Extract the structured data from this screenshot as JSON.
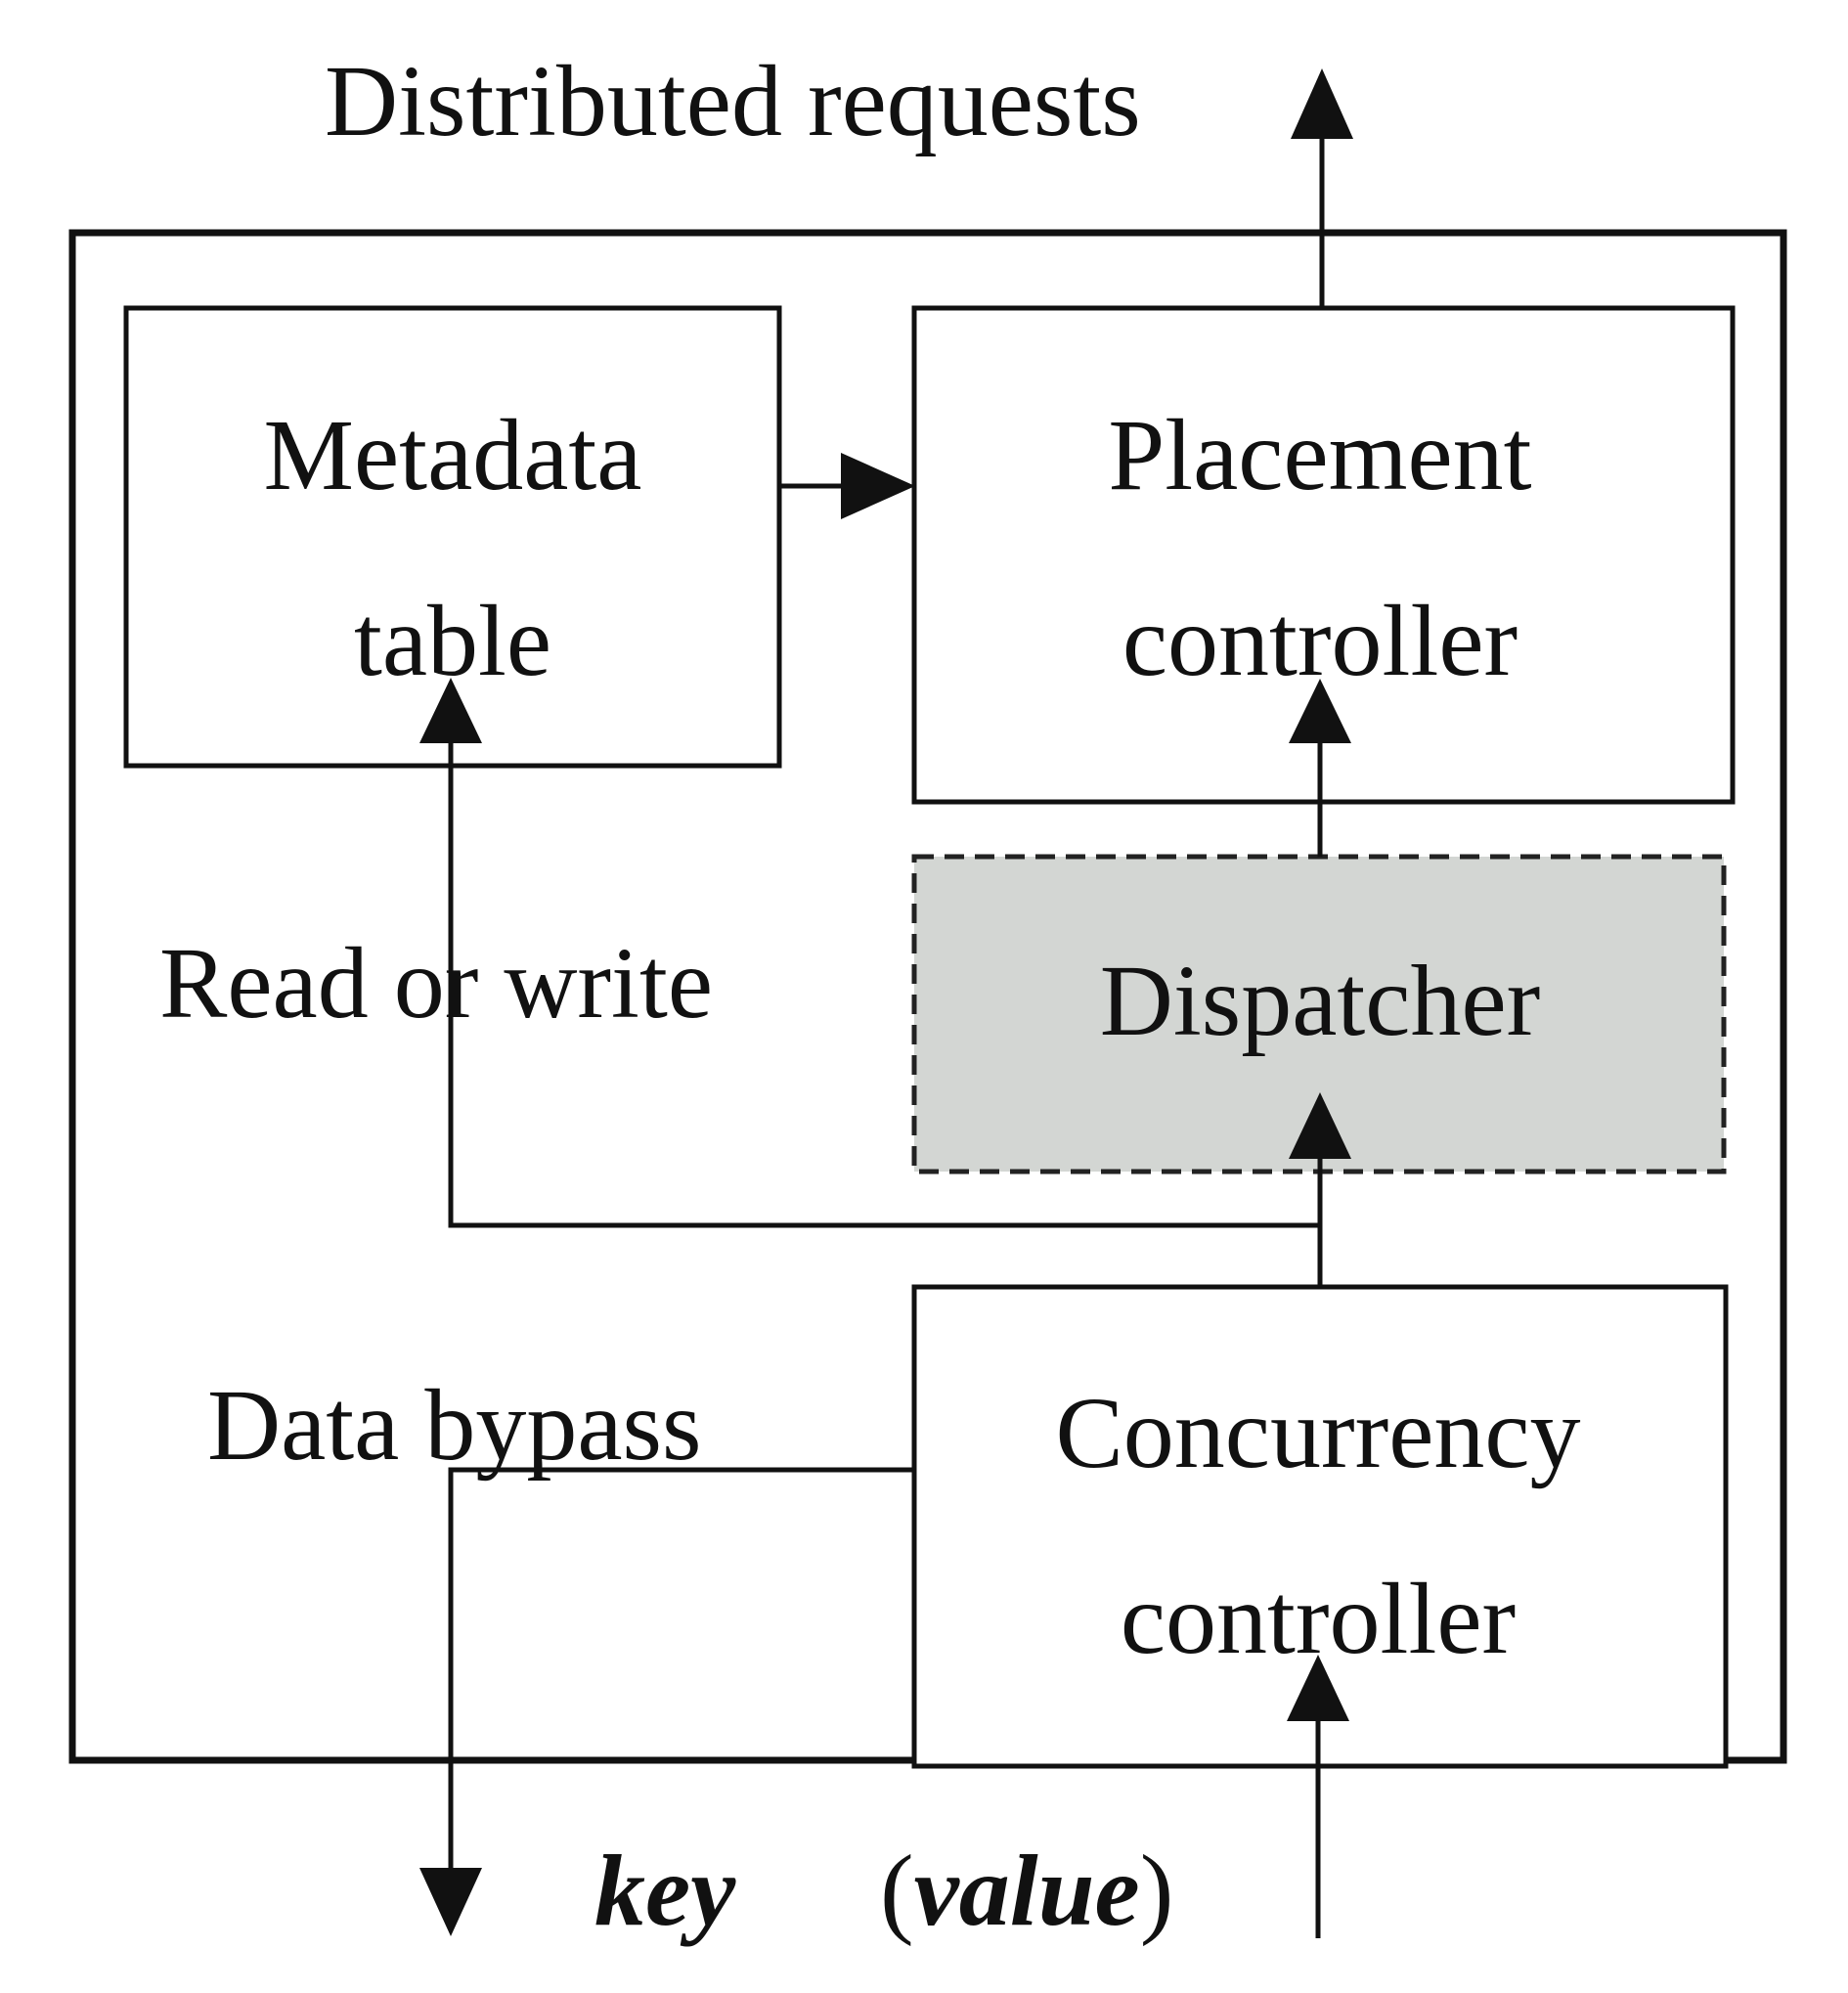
{
  "title": "Distributed requests",
  "blocks": {
    "metadata_table": {
      "line1": "Metadata",
      "line2": "table"
    },
    "placement_controller": {
      "line1": "Placement",
      "line2": "controller"
    },
    "dispatcher": {
      "label": "Dispatcher"
    },
    "concurrency_controller": {
      "line1": "Concurrency",
      "line2": "controller"
    }
  },
  "labels": {
    "read_or_write": "Read or write",
    "data_bypass": "Data bypass"
  },
  "io": {
    "key": "key",
    "value_open": "(",
    "value": "value",
    "value_close": ")"
  },
  "colors": {
    "stroke": "#111111",
    "dispatcher_fill": "#d3d6d3",
    "background": "#ffffff"
  }
}
